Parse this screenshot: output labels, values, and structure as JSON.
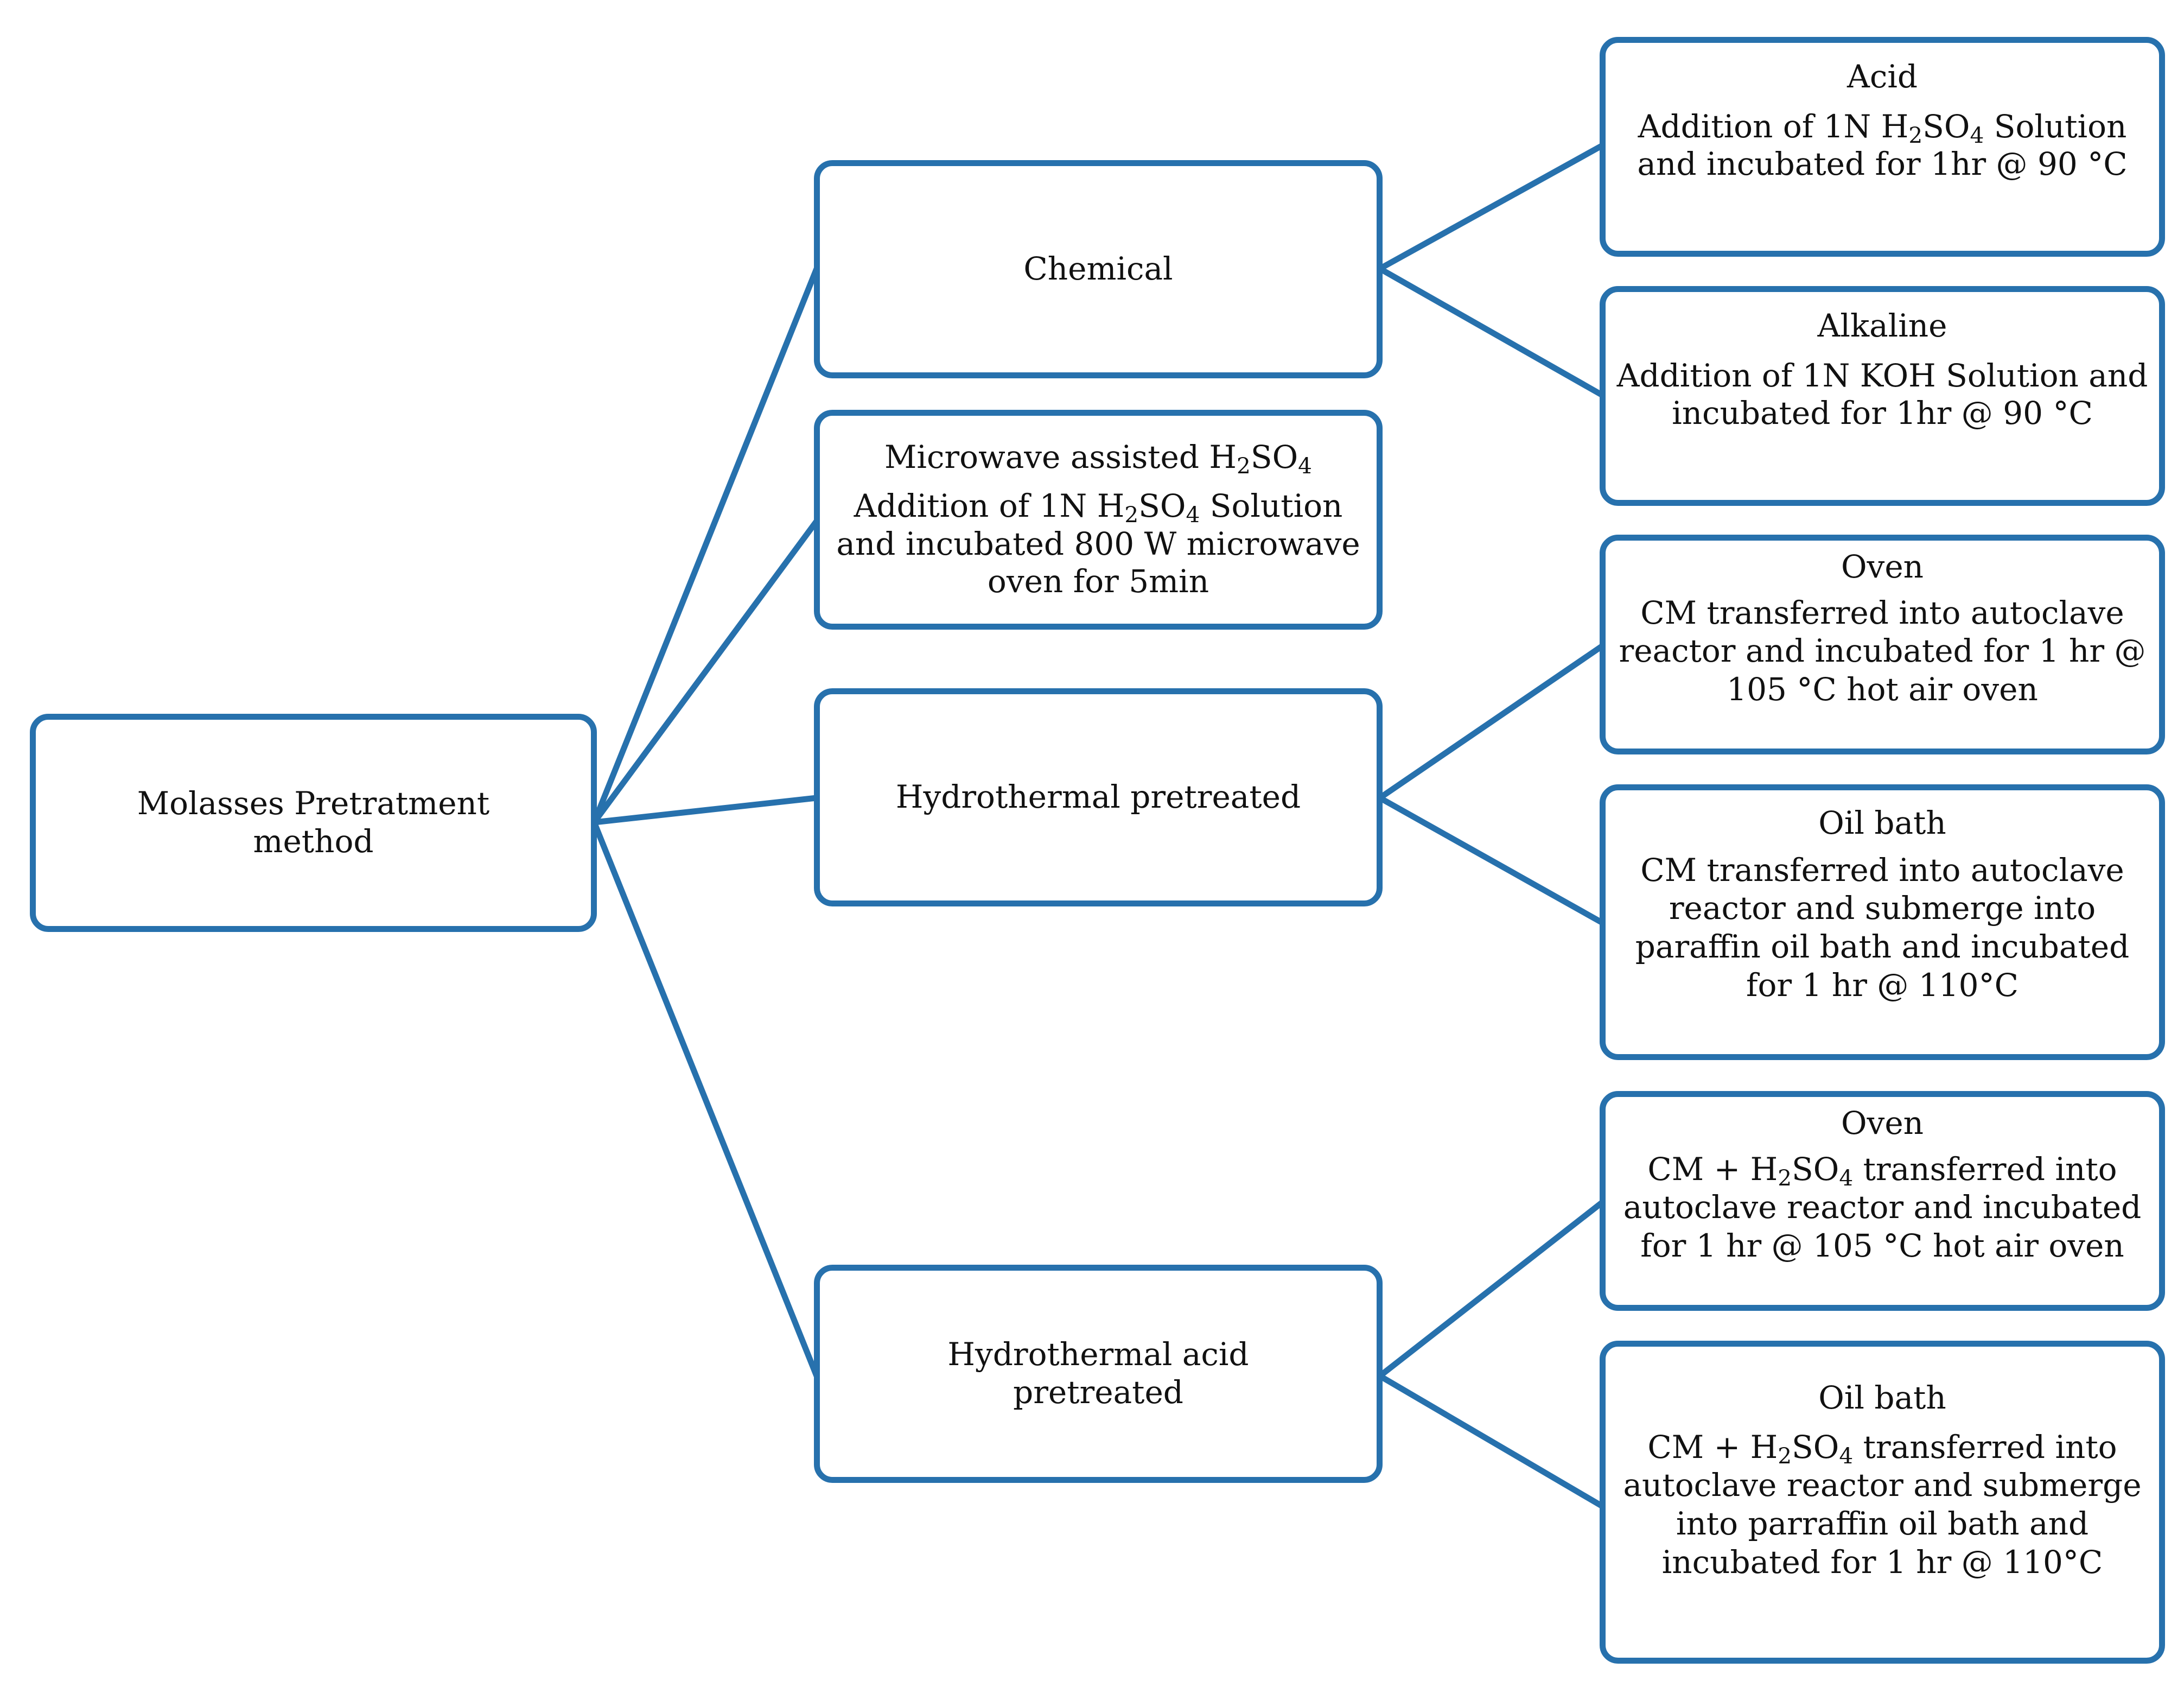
{
  "colors": {
    "stroke": "#2771ad",
    "text": "#111111",
    "background": "#ffffff"
  },
  "root": {
    "label": "Molasses Pretratment method"
  },
  "chemical": {
    "label": "Chemical",
    "acid": {
      "title": "Acid",
      "desc": "Addition of 1N H₂SO₄ Solution and incubated for 1hr @ 90 °C"
    },
    "alkaline": {
      "title": "Alkaline",
      "desc": "Addition of 1N KOH Solution and incubated for 1hr @ 90 °C"
    }
  },
  "microwave": {
    "title": "Microwave assisted H₂SO₄",
    "desc": "Addition of 1N H₂SO₄ Solution and incubated 800 W microwave oven for 5min"
  },
  "hydrothermal": {
    "label": "Hydrothermal pretreated",
    "oven": {
      "title": "Oven",
      "desc": "CM transferred into autoclave reactor and incubated for 1 hr @ 105 °C hot air oven"
    },
    "oil_bath": {
      "title": "Oil bath",
      "desc": "CM transferred into autoclave reactor and submerge into paraffin oil bath and incubated for 1 hr @ 110°C"
    }
  },
  "hydrothermal_acid": {
    "label": "Hydrothermal acid pretreated",
    "oven": {
      "title": "Oven",
      "desc": "CM + H₂SO₄ transferred into autoclave reactor and incubated for 1 hr @ 105 °C hot air oven"
    },
    "oil_bath": {
      "title": "Oil bath",
      "desc": "CM + H₂SO₄ transferred into autoclave reactor and submerge into parraffin oil bath and incubated for 1 hr @ 110°C"
    }
  }
}
